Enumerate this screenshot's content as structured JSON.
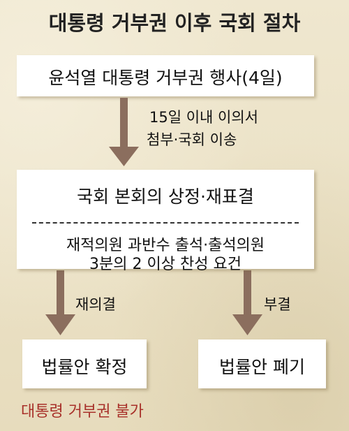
{
  "title": "대통령 거부권 이후 국회 절차",
  "steps": {
    "veto": "윤석열 대통령 거부권 행사(4일)",
    "transfer_line1": "15일 이내 이의서",
    "transfer_line2": "첨부·국회 이송",
    "plenary_head": "국회 본회의 상정·재표결",
    "plenary_line1": "재적의원 과반수 출석·출석의원",
    "plenary_line2": "3분의 2 이상 찬성 요건",
    "pass_label": "재의결",
    "fail_label": "부결",
    "pass_result": "법률안 확정",
    "fail_result": "법률안 폐기",
    "note": "대통령 거부권 불가"
  },
  "colors": {
    "arrow": "#8b6e5e",
    "note": "#a8312a",
    "box": "#ffffff"
  }
}
